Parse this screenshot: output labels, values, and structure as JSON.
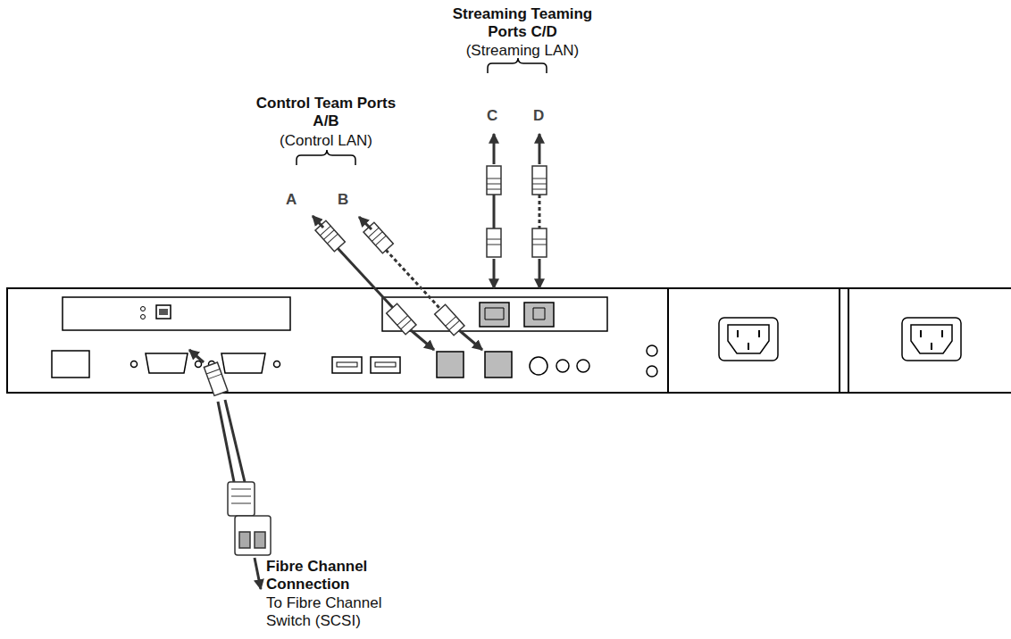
{
  "diagram": {
    "labels": [
      "Streaming Teaming Ports C/D",
      "(Streaming LAN)",
      "Control Team Ports A/B",
      "(Control LAN)",
      "A",
      "B",
      "C",
      "D",
      "Fibre Channel Connection",
      "To Fibre Channel Switch (SCSI)"
    ]
  }
}
